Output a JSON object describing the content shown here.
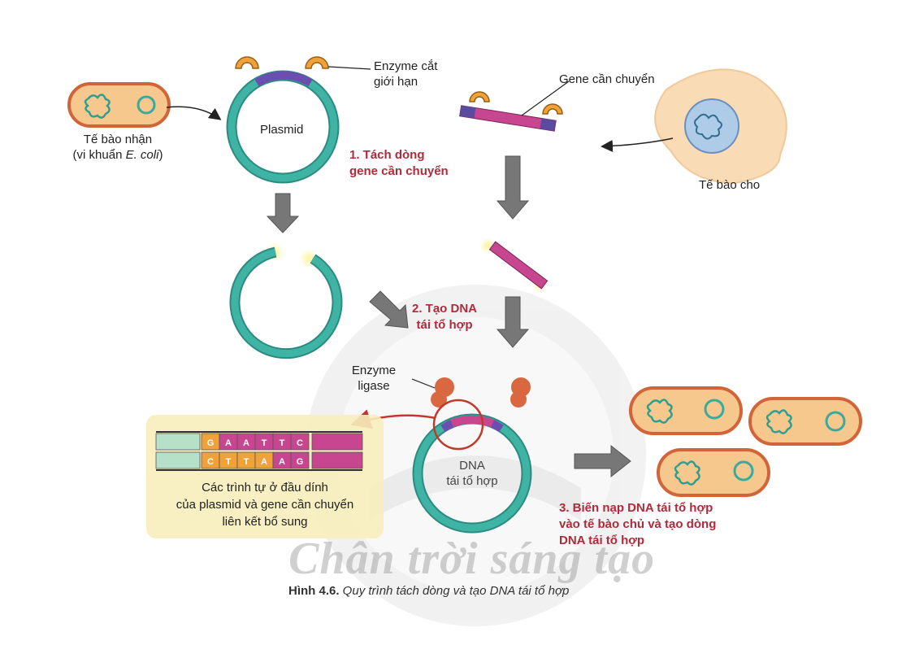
{
  "colors": {
    "cell_fill": "#f6c88e",
    "cell_border": "#d2643a",
    "plasmid": "#3aaa9c",
    "enzyme": "#f0a23a",
    "ligase": "#d9673f",
    "gene": "#c7468f",
    "gene_end": "#5a4aa0",
    "arrow": "#777777",
    "red": "#c0392b",
    "step_text": "#b02a3a",
    "panel": "#f7eebd"
  },
  "labels": {
    "enzyme_cut": [
      "Enzyme cắt",
      "giới hạn"
    ],
    "plasmid": "Plasmid",
    "recipient_cell": [
      "Tế bào nhận",
      "(vi khuẩn ",
      "E. coli",
      ")"
    ],
    "gene_transfer": "Gene cần chuyển",
    "donor_cell": "Tế bào cho",
    "ligase": [
      "Enzyme",
      "ligase"
    ],
    "recombinant_dna": [
      "DNA",
      "tái tổ hợp"
    ],
    "sticky_ends": [
      "Các trình tự ở đầu dính",
      "của plasmid và gene cần chuyển",
      "liên kết bổ sung"
    ]
  },
  "steps": {
    "step1": [
      "1. Tách dòng",
      "gene cần chuyển"
    ],
    "step2": [
      "2. Tạo DNA",
      "tái tổ hợp"
    ],
    "step3": [
      "3. Biến nạp DNA tái tổ hợp",
      "vào tế bào chủ và tạo dòng",
      "DNA tái tổ hợp"
    ]
  },
  "sequence": {
    "top": [
      "G",
      "A",
      "A",
      "T",
      "T",
      "C"
    ],
    "bottom": [
      "C",
      "T",
      "T",
      "A",
      "A",
      "G"
    ]
  },
  "caption": {
    "figure": "Hình 4.6.",
    "text": " Quy trình tách dòng và tạo DNA tái tổ hợp"
  },
  "watermark": "Chân trời sáng tạo"
}
